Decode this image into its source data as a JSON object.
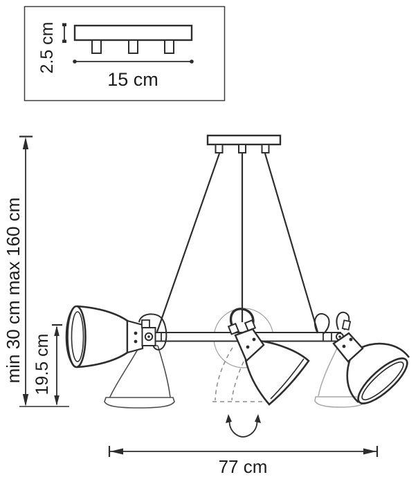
{
  "inset": {
    "thickness_label": "2.5 cm",
    "width_label": "15 cm"
  },
  "dimensions": {
    "suspension_label": "min 30 cm max 160 cm",
    "lamp_height_label": "19.5 cm",
    "fixture_width_label": "77 cm"
  },
  "colors": {
    "line": "#2d2d2d",
    "secondary": "#a6a6a6",
    "dashed": "#8a8a8a",
    "text": "#1c1c1c"
  }
}
